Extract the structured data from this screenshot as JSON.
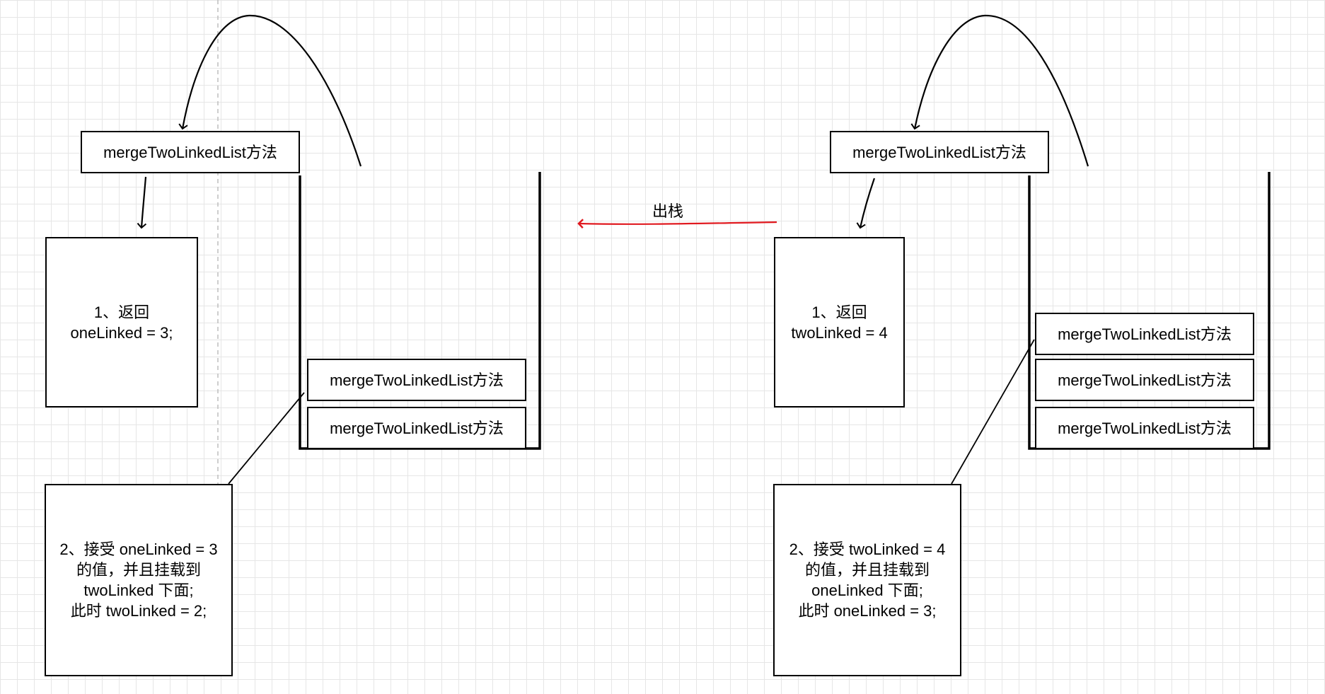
{
  "method_label": "mergeTwoLinkedList方法",
  "arrow_label": "出栈",
  "left": {
    "step1": "1、返回\noneLinked  = 3;",
    "step2": "2、接受 oneLinked  = 3\n的值，并且挂载到\ntwoLinked  下面;\n此时 twoLinked   = 2;",
    "stack_items": [
      "mergeTwoLinkedList方法",
      "mergeTwoLinkedList方法"
    ]
  },
  "right": {
    "step1": "1、返回\ntwoLinked  = 4",
    "step2": "2、接受 twoLinked  = 4\n的值，并且挂载到\noneLinked  下面;\n此时 oneLinked  = 3;",
    "stack_items": [
      "mergeTwoLinkedList方法",
      "mergeTwoLinkedList方法",
      "mergeTwoLinkedList方法"
    ]
  },
  "colors": {
    "arrow": "#e0191f",
    "stroke": "#000000"
  }
}
